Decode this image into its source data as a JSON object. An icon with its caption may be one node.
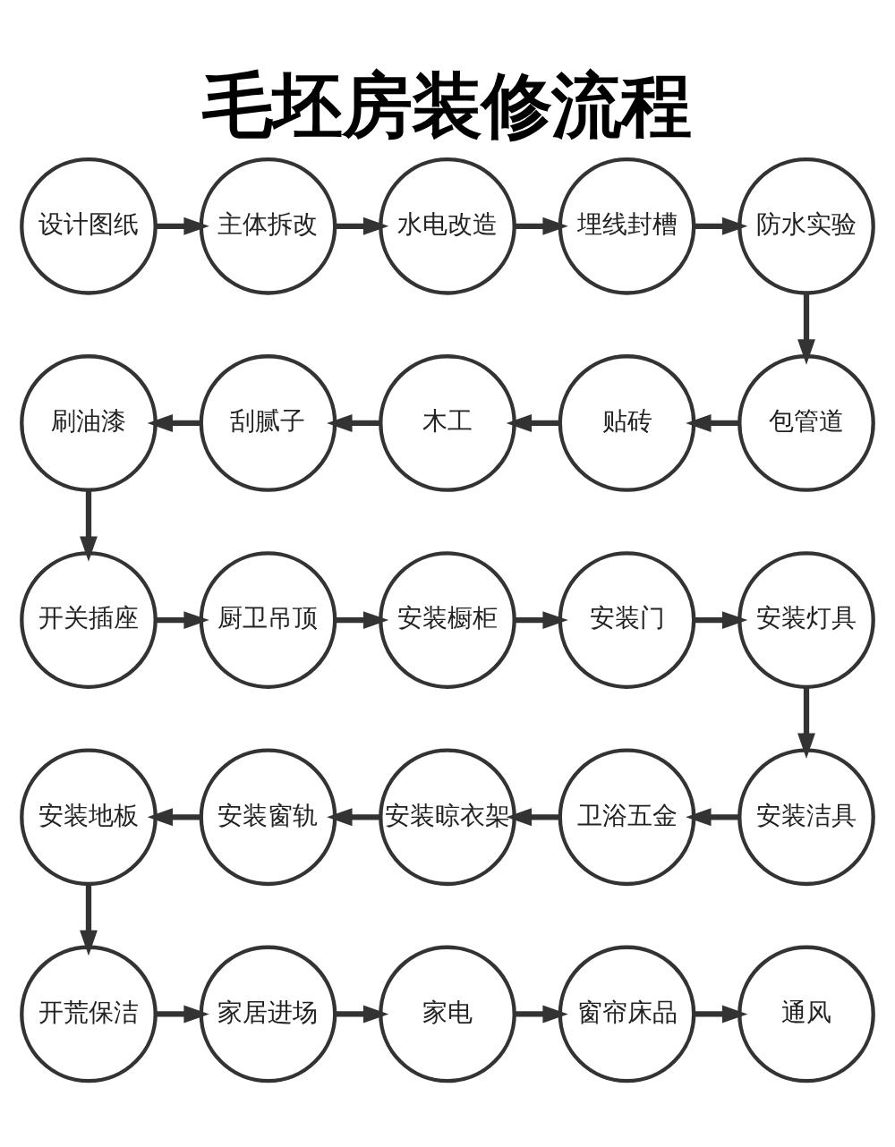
{
  "diagram": {
    "title": "毛坯房装修流程",
    "nodes": [
      {
        "text": [
          "设计图纸"
        ]
      },
      {
        "text": [
          "主体拆改"
        ]
      },
      {
        "text": [
          "水电改造"
        ]
      },
      {
        "text": [
          "埋线封槽"
        ]
      },
      {
        "text": [
          "防水实验"
        ]
      },
      {
        "text": [
          "包管道"
        ]
      },
      {
        "text": [
          "贴砖"
        ]
      },
      {
        "text": [
          "木工"
        ]
      },
      {
        "text": [
          "刮腻子"
        ]
      },
      {
        "text": [
          "刷油漆"
        ]
      },
      {
        "text": [
          "开关插座"
        ]
      },
      {
        "text": [
          "厨卫吊顶"
        ]
      },
      {
        "text": [
          "安装橱柜"
        ]
      },
      {
        "text": [
          "安装门"
        ]
      },
      {
        "text": [
          "安装灯具"
        ]
      },
      {
        "text": [
          "安装洁具"
        ]
      },
      {
        "text": [
          "卫浴五金"
        ]
      },
      {
        "text": [
          "安装晾衣架"
        ]
      },
      {
        "text": [
          "安装窗轨"
        ]
      },
      {
        "text": [
          "安装地板"
        ]
      },
      {
        "text": [
          "开荒保洁"
        ]
      },
      {
        "text": [
          "家居进场"
        ]
      },
      {
        "text": [
          "家电"
        ]
      },
      {
        "text": [
          "窗帘床品"
        ]
      },
      {
        "text": [
          "通风"
        ]
      }
    ],
    "edges": [
      {
        "from": 0,
        "to": 1,
        "arrow": "to"
      },
      {
        "from": 1,
        "to": 2,
        "arrow": "to"
      },
      {
        "from": 2,
        "to": 3,
        "arrow": "to"
      },
      {
        "from": 3,
        "to": 4,
        "arrow": "to"
      },
      {
        "from": 4,
        "to": 5,
        "arrow": "to"
      },
      {
        "from": 5,
        "to": 6,
        "arrow": "to"
      },
      {
        "from": 6,
        "to": 7,
        "arrow": "to"
      },
      {
        "from": 7,
        "to": 8,
        "arrow": "to"
      },
      {
        "from": 8,
        "to": 9,
        "arrow": "to"
      },
      {
        "from": 9,
        "to": 10,
        "arrow": "to"
      },
      {
        "from": 10,
        "to": 11,
        "arrow": "to"
      },
      {
        "from": 11,
        "to": 12,
        "arrow": "to"
      },
      {
        "from": 12,
        "to": 13,
        "arrow": "to"
      },
      {
        "from": 13,
        "to": 14,
        "arrow": "to"
      },
      {
        "from": 14,
        "to": 15,
        "arrow": "to"
      },
      {
        "from": 15,
        "to": 16,
        "arrow": "to"
      },
      {
        "from": 16,
        "to": 17,
        "arrow": "to"
      },
      {
        "from": 17,
        "to": 18,
        "arrow": "to"
      },
      {
        "from": 18,
        "to": 19,
        "arrow": "to"
      },
      {
        "from": 19,
        "to": 20,
        "arrow": "to"
      },
      {
        "from": 20,
        "to": 21,
        "arrow": "to"
      },
      {
        "from": 21,
        "to": 22,
        "arrow": "to"
      },
      {
        "from": 22,
        "to": 23,
        "arrow": "to"
      },
      {
        "from": 23,
        "to": 24,
        "arrow": "to"
      }
    ]
  }
}
